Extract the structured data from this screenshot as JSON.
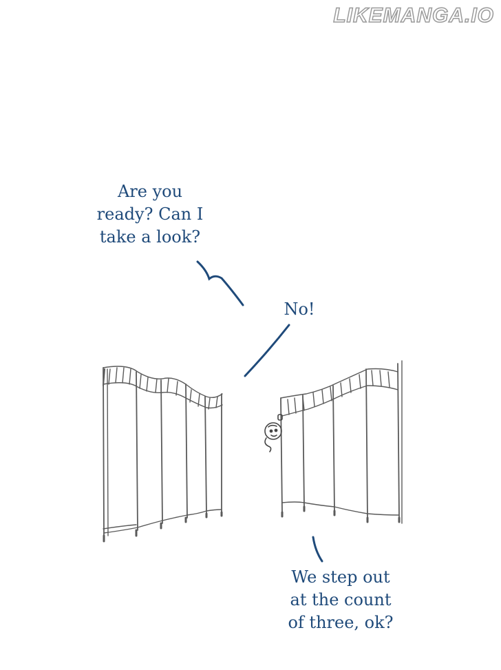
{
  "watermark": "LIKEMANGA.IO",
  "dialogue": {
    "line_1": "Are you\nready? Can I\ntake a look?",
    "line_2": "No!",
    "line_3": "We step out\nat the count\nof three, ok?"
  },
  "colors": {
    "speech_text": "#1f4a7a",
    "pencil": "#555555",
    "background": "#ffffff"
  }
}
